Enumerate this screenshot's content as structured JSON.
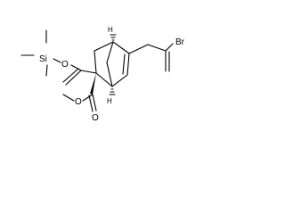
{
  "diagram": {
    "type": "chemical-structure",
    "atoms": {
      "br": "Br",
      "si": "Si",
      "o_silyl": "O",
      "o_ester_single": "O",
      "o_ester_double": "O",
      "h_top": "H",
      "h_bottom": "H"
    }
  }
}
